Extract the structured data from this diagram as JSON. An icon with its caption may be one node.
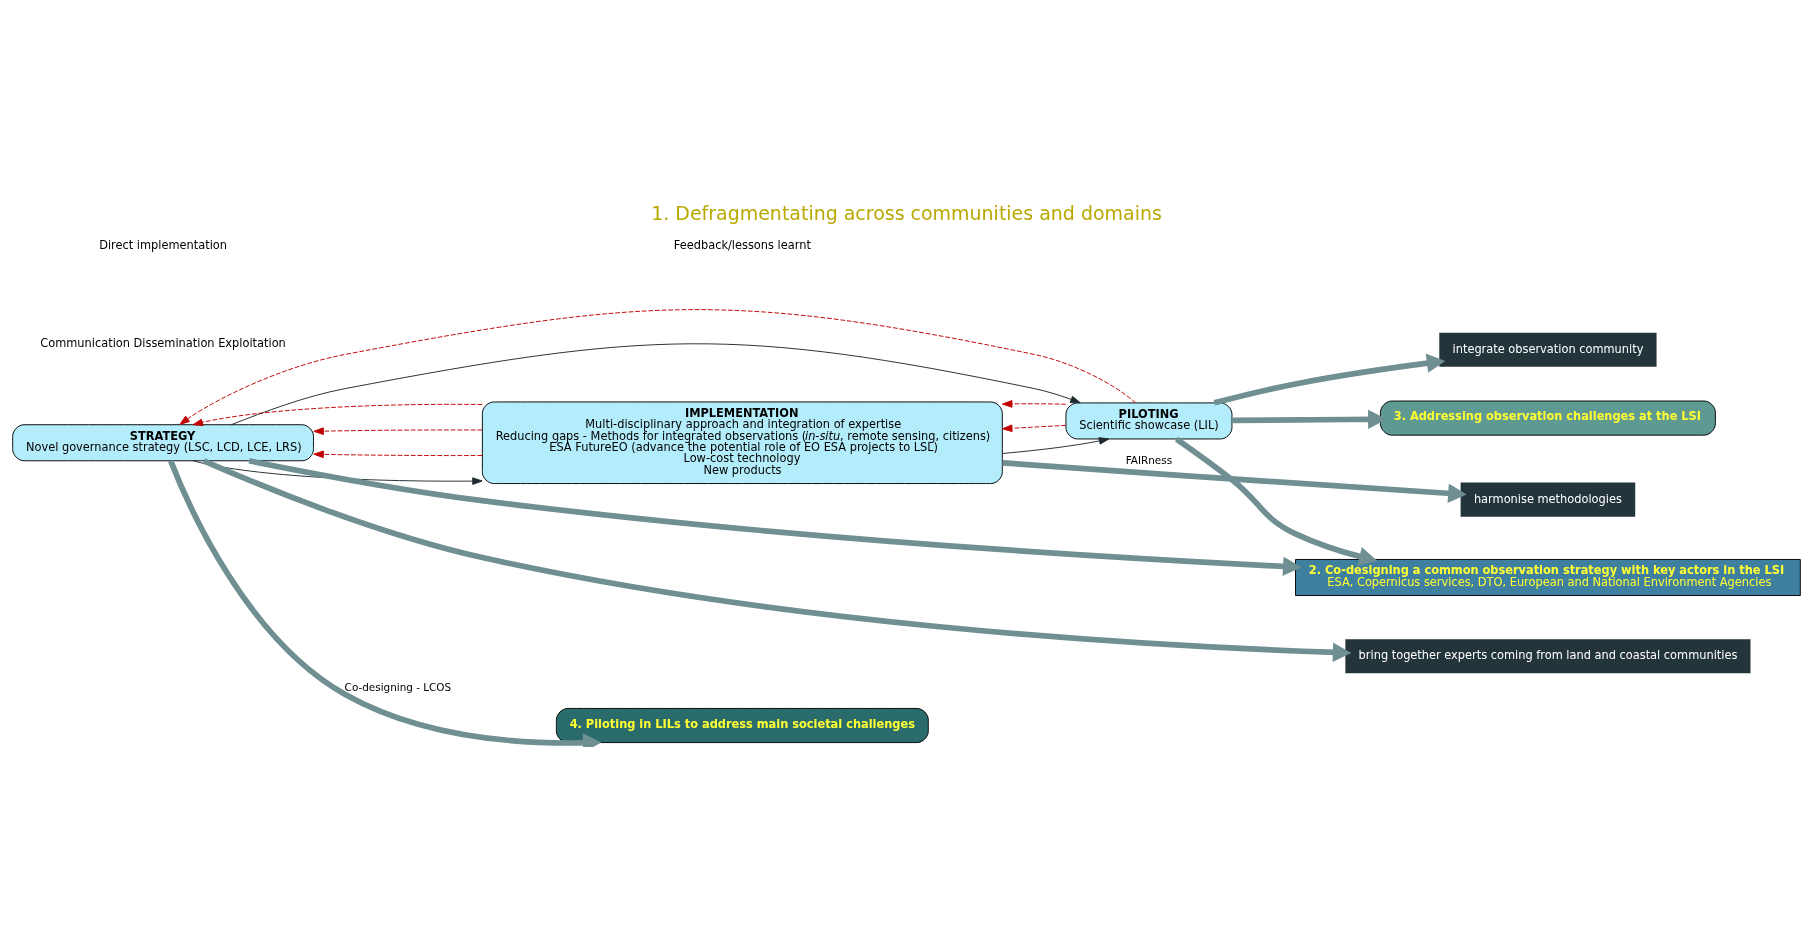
{
  "diagram": {
    "title": "1. Defragmentating across communities and domains",
    "nodes": [
      {
        "text": [
          "STRATEGY",
          "Novel governance strategy (LSC, LCD, LCE, LRS)"
        ]
      },
      {
        "text": [
          "IMPLEMENTATION",
          "Multi-disciplinary approach and integration of expertise",
          "Reducing gaps - Methods for integrated observations (*in-situ*, remote sensing, citizens)",
          "ESA FutureEO (advance the potential role of EO ESA projects to LSL)",
          "Low-cost technology",
          "New products"
        ]
      },
      {
        "text": [
          "PILOTING",
          "Scientific showcase (LIL)"
        ]
      },
      {
        "text": [
          "bring together experts coming from land and coastal communities"
        ]
      },
      {
        "text": [
          "harmonise methodologies"
        ]
      },
      {
        "text": [
          "integrate observation community"
        ]
      },
      {
        "text": [
          "3. Addressing observation challenges at the LSI"
        ]
      },
      {
        "text": [
          "4. Piloting in LILs to address main societal challenges"
        ]
      },
      {
        "text": [
          "2. Co-designing a common observation strategy with key actors in the LSI",
          "ESA, Copernicus services, DTO, European and National Environment Agencies"
        ]
      }
    ],
    "edges": [
      {
        "from": 0,
        "to": 3,
        "arrow": "to",
        "style": "thick"
      },
      {
        "from": 1,
        "to": 4,
        "arrow": "to",
        "style": "thick",
        "label": "FAIRness"
      },
      {
        "from": 2,
        "to": 5,
        "arrow": "to",
        "style": "thick"
      },
      {
        "from": 0,
        "to": 1,
        "arrow": "to",
        "color": "#1e2a30"
      },
      {
        "from": 1,
        "to": 2,
        "arrow": "to",
        "color": "#1e2a30"
      },
      {
        "from": 0,
        "to": 2,
        "arrow": "to",
        "color": "#1e2a30"
      },
      {
        "from": 1,
        "to": 0,
        "arrow": "to",
        "style": "dashed",
        "color": "#c00000"
      },
      {
        "from": 1,
        "to": 0,
        "arrow": "to",
        "style": "dashed",
        "color": "#c00000"
      },
      {
        "from": 1,
        "to": 0,
        "arrow": "to",
        "style": "dashed",
        "color": "#c00000"
      },
      {
        "from": 2,
        "to": 1,
        "arrow": "to",
        "style": "dashed",
        "color": "#c00000"
      },
      {
        "from": 2,
        "to": 1,
        "arrow": "to",
        "style": "dashed",
        "color": "#c00000"
      },
      {
        "from": 2,
        "to": 0,
        "arrow": "to",
        "style": "dashed",
        "color": "#c00000"
      },
      {
        "from": 2,
        "to": 6,
        "arrow": "to",
        "style": "thick"
      },
      {
        "from": 0,
        "to": 7,
        "arrow": "to",
        "style": "thick",
        "label": "Co-designing - LCOS"
      },
      {
        "from": 0,
        "to": 8,
        "arrow": "to",
        "style": "thick"
      },
      {
        "from": 2,
        "to": 8,
        "arrow": "to",
        "style": "thick"
      }
    ],
    "labels": [
      "Communication Dissemination Exploitation"
    ],
    "legend": [
      {
        "text": "Direct implementation"
      },
      {
        "text": "Feedback/lessons learnt"
      }
    ]
  }
}
